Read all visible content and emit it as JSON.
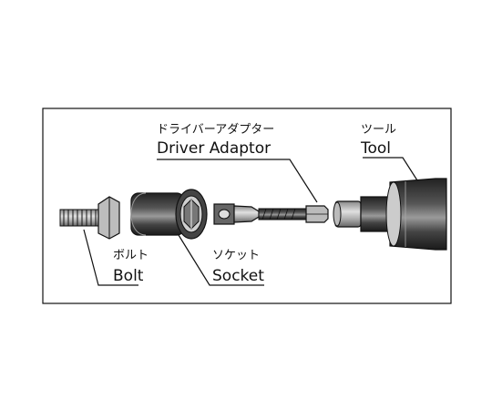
{
  "labels": {
    "driver_adaptor_jp": "ドライバーアダプター",
    "driver_adaptor_en": "Driver Adaptor",
    "tool_jp": "ツール",
    "tool_en": "Tool",
    "bolt_jp": "ボルト",
    "bolt_en": "Bolt",
    "socket_jp": "ソケット",
    "socket_en": "Socket"
  },
  "colors": {
    "line": "#111111",
    "dark_fill": "#333333",
    "mid_fill": "#555555",
    "light_fill": "#cfcfcf",
    "background": "#ffffff"
  }
}
